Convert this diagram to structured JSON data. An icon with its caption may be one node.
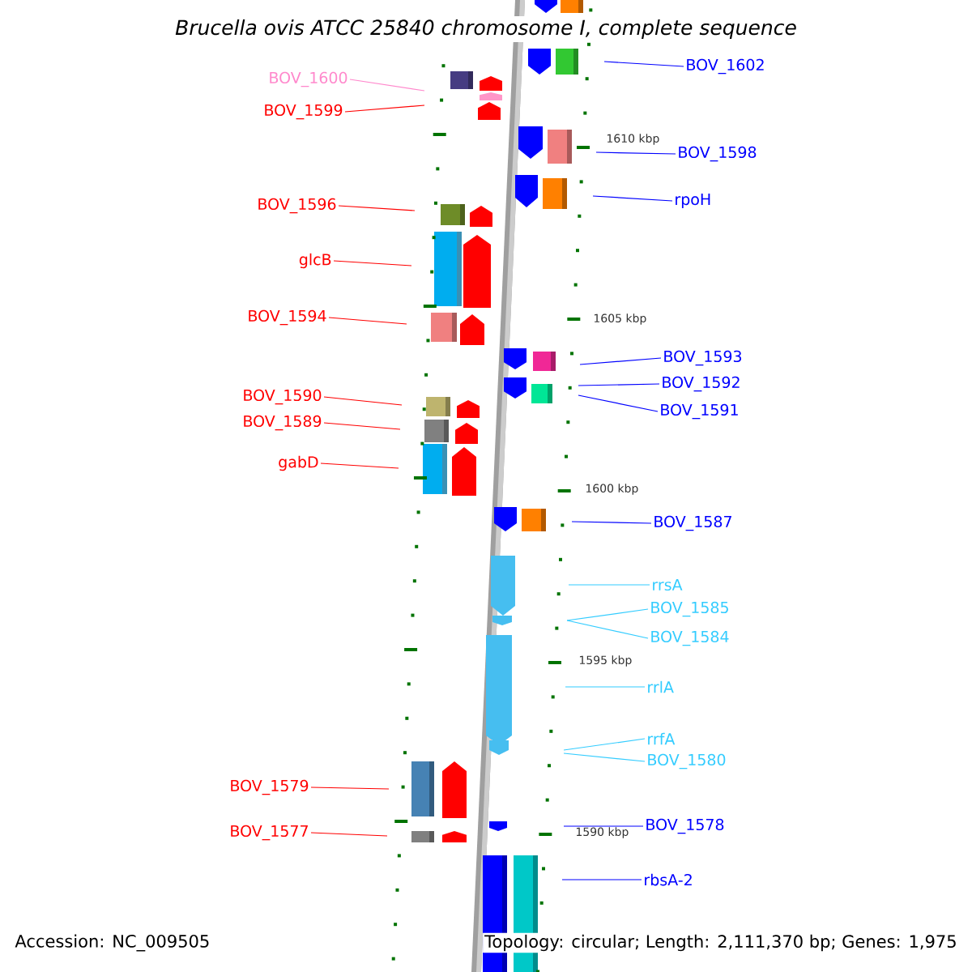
{
  "diagram": {
    "title": "Brucella ovis ATCC 25840 chromosome I, complete sequence",
    "nodes": [
      {
        "text": [
          "BOV_1600"
        ]
      },
      {
        "text": [
          "BOV_1599"
        ]
      },
      {
        "text": [
          "BOV_1596"
        ]
      },
      {
        "text": [
          "glcB"
        ]
      },
      {
        "text": [
          "BOV_1594"
        ]
      },
      {
        "text": [
          "BOV_1590"
        ]
      },
      {
        "text": [
          "BOV_1589"
        ]
      },
      {
        "text": [
          "gabD"
        ]
      },
      {
        "text": [
          "BOV_1579"
        ]
      },
      {
        "text": [
          "BOV_1577"
        ]
      },
      {
        "text": [
          "BOV_1602"
        ]
      },
      {
        "text": [
          "BOV_1598"
        ]
      },
      {
        "text": [
          "rpoH"
        ]
      },
      {
        "text": [
          "BOV_1593"
        ]
      },
      {
        "text": [
          "BOV_1592"
        ]
      },
      {
        "text": [
          "BOV_1591"
        ]
      },
      {
        "text": [
          "BOV_1587"
        ]
      },
      {
        "text": [
          "rrsA"
        ]
      },
      {
        "text": [
          "BOV_1585"
        ]
      },
      {
        "text": [
          "BOV_1584"
        ]
      },
      {
        "text": [
          "rrlA"
        ]
      },
      {
        "text": [
          "rrfA"
        ]
      },
      {
        "text": [
          "BOV_1580"
        ]
      },
      {
        "text": [
          "BOV_1578"
        ]
      },
      {
        "text": [
          "rbsA-2"
        ]
      }
    ],
    "edges": [
      {
        "from": 0,
        "to": null,
        "arrow": "none",
        "color": "#ff88cc"
      },
      {
        "from": 1,
        "to": null,
        "arrow": "none",
        "color": "#ff0000"
      },
      {
        "from": 2,
        "to": null,
        "arrow": "none",
        "color": "#ff0000"
      },
      {
        "from": 3,
        "to": null,
        "arrow": "none",
        "color": "#ff0000"
      },
      {
        "from": 4,
        "to": null,
        "arrow": "none",
        "color": "#ff0000"
      },
      {
        "from": 5,
        "to": null,
        "arrow": "none",
        "color": "#ff0000"
      },
      {
        "from": 6,
        "to": null,
        "arrow": "none",
        "color": "#ff0000"
      },
      {
        "from": 7,
        "to": null,
        "arrow": "none",
        "color": "#ff0000"
      },
      {
        "from": 8,
        "to": null,
        "arrow": "none",
        "color": "#ff0000"
      },
      {
        "from": 9,
        "to": null,
        "arrow": "none",
        "color": "#ff0000"
      },
      {
        "from": 10,
        "to": null,
        "arrow": "none",
        "color": "#0000ff"
      },
      {
        "from": 11,
        "to": null,
        "arrow": "none",
        "color": "#0000ff"
      },
      {
        "from": 12,
        "to": null,
        "arrow": "none",
        "color": "#0000ff"
      },
      {
        "from": 13,
        "to": null,
        "arrow": "none",
        "color": "#0000ff"
      },
      {
        "from": 14,
        "to": null,
        "arrow": "none",
        "color": "#0000ff"
      },
      {
        "from": 15,
        "to": null,
        "arrow": "none",
        "color": "#0000ff"
      },
      {
        "from": 16,
        "to": null,
        "arrow": "none",
        "color": "#0000ff"
      },
      {
        "from": 17,
        "to": null,
        "arrow": "none",
        "color": "#33ccff"
      },
      {
        "from": 18,
        "to": null,
        "arrow": "none",
        "color": "#33ccff"
      },
      {
        "from": 19,
        "to": null,
        "arrow": "none",
        "color": "#33ccff"
      },
      {
        "from": 20,
        "to": null,
        "arrow": "none",
        "color": "#33ccff"
      },
      {
        "from": 21,
        "to": null,
        "arrow": "none",
        "color": "#33ccff"
      },
      {
        "from": 22,
        "to": null,
        "arrow": "none",
        "color": "#33ccff"
      },
      {
        "from": 23,
        "to": null,
        "arrow": "none",
        "color": "#0000ff"
      },
      {
        "from": 24,
        "to": null,
        "arrow": "none",
        "color": "#0000ff"
      }
    ],
    "labels": [
      "1610 kbp",
      "1605 kbp",
      "1600 kbp",
      "1595 kbp",
      "1590 kbp",
      "Accession: NC_009505",
      "Topology: circular; Length: 2,111,370 bp; Genes: 1,975"
    ]
  }
}
